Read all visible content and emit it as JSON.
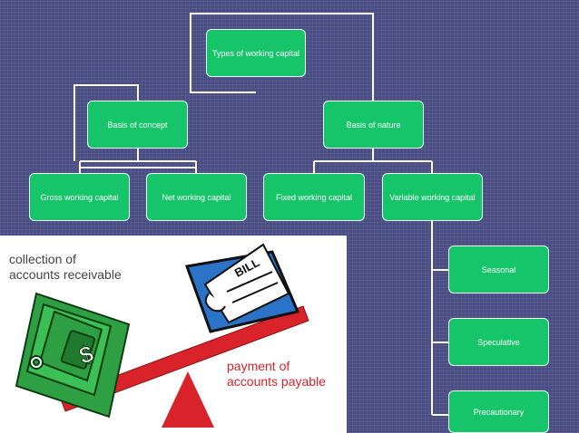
{
  "diagram": {
    "root": "Types of working capital",
    "branches": {
      "concept": {
        "label": "Basis of concept",
        "children": [
          "Gross working capital",
          "Net working capital"
        ]
      },
      "nature": {
        "label": "Basis of nature",
        "children": [
          "Fixed working capital",
          "Variable working capital"
        ]
      }
    },
    "variable_types": [
      "Seasonal",
      "Speculative",
      "Precautionary"
    ]
  },
  "illustration": {
    "top_caption": [
      "collection of",
      "accounts receivable"
    ],
    "bottom_caption": [
      "payment of",
      "accounts payable"
    ],
    "bill_label": "BILL",
    "dollar_sign": "$",
    "colors": {
      "node_fill": "#16c46a",
      "background": "#4a4d83",
      "seesaw": "#d8232a",
      "money": "#2ea043",
      "bill_card": "#2b73c6"
    }
  }
}
